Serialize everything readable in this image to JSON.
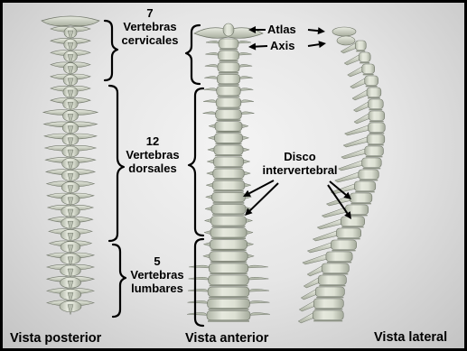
{
  "groups": {
    "cervical": {
      "count": "7",
      "line1": "Vertebras",
      "line2": "cervicales"
    },
    "dorsal": {
      "count": "12",
      "line1": "Vertebras",
      "line2": "dorsales"
    },
    "lumbar": {
      "count": "5",
      "line1": "Vertebras",
      "line2": "lumbares"
    }
  },
  "labels": {
    "atlas": "Atlas",
    "axis": "Axis",
    "disc_line1": "Disco",
    "disc_line2": "intervertebral"
  },
  "views": {
    "posterior": "Vista posterior",
    "anterior": "Vista anterior",
    "lateral": "Vista lateral"
  },
  "colors": {
    "bone": "#dfe3d6",
    "bone_shade": "#b8beb0",
    "bone_dark": "#8c9284",
    "outline": "#6f7568",
    "text": "#000000"
  }
}
